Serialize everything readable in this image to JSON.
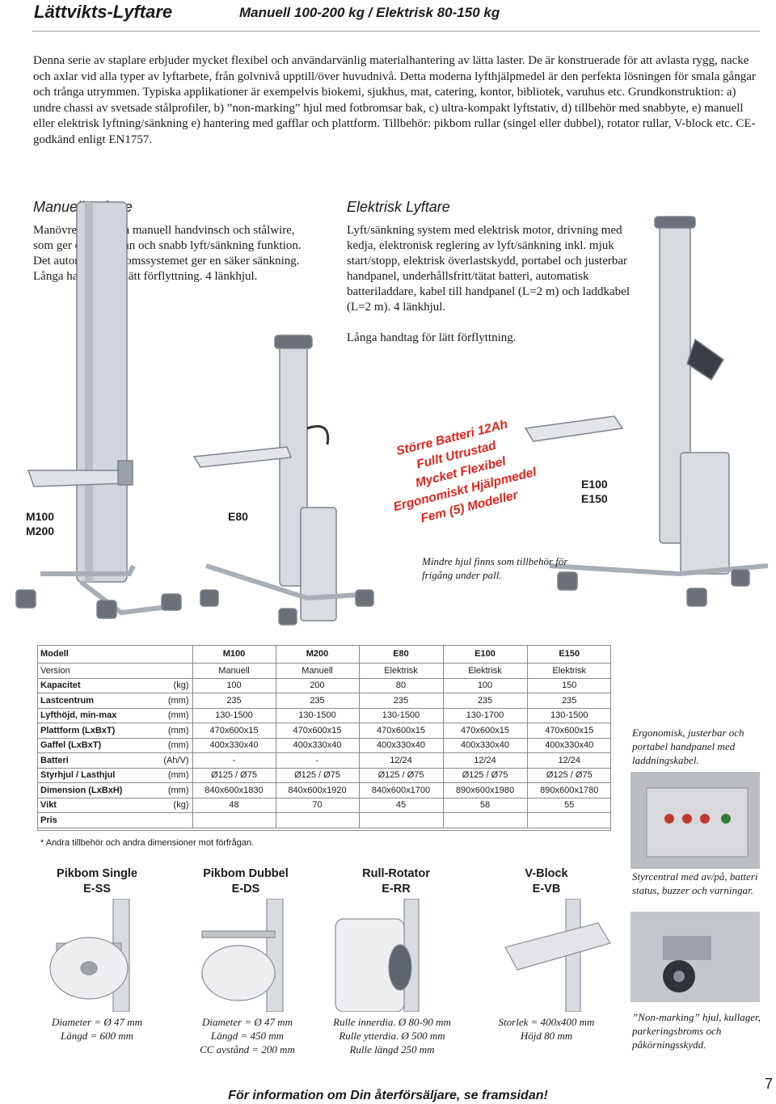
{
  "header": {
    "title": "Lättvikts-Lyftare",
    "subtitle": "Manuell 100-200 kg / Elektrisk 80-150 kg"
  },
  "intro": "Denna serie av staplare erbjuder mycket flexibel och användarvänlig materialhantering av lätta laster. De är konstruerade för att avlasta rygg, nacke och axlar vid alla typer av lyftarbete, från golvnivå upptill/över huvudnivå. Detta moderna lyfthjälpmedel är den perfekta lösningen för smala gångar och trånga utrymmen. Typiska applikationer är exempelvis biokemi, sjukhus, mat, catering, kontor, bibliotek, varuhus etc. Grundkonstruktion: a) undre chassi av svetsade stålprofiler, b) ”non-marking” hjul med fotbromsar bak, c) ultra-kompakt lyftstativ, d) tillbehör med snabbyte, e) manuell eller elektrisk lyftning/sänkning e) hantering med gafflar och plattform. Tillbehör: pikbom rullar (singel eller dubbel), rotator rullar, V-block etc. CE-godkänd enligt EN1757.",
  "manual": {
    "heading": "Manuell Lyftare",
    "text": "Manövreras med en manuell handvinsch och stålwire, som ger en noggrann och snabb lyft/sänkning funktion. Det automatiska bromssystemet ger en säker sänkning. Långa handtag för lätt förflyttning. 4 länkhjul."
  },
  "electric": {
    "heading": "Elektrisk Lyftare",
    "text": "Lyft/sänkning system med elektrisk motor, drivning med kedja, elektronisk reglering av lyft/sänkning inkl. mjuk start/stopp, elektrisk överlastskydd, portabel och justerbar handpanel, underhållsfritt/tätat batteri, automatisk batteriladdare, kabel till handpanel (L=2 m) och laddkabel (L=2 m). 4 länkhjul.",
    "text2": "Långa handtag för lätt förflyttning."
  },
  "models": {
    "m_label": "M100\nM200",
    "e80_label": "E80",
    "e_label": "E100\nE150"
  },
  "promo": {
    "lines": [
      "Större Batteri 12Ah",
      "Fullt Utrustad",
      "Mycket Flexibel",
      "Ergonomiskt Hjälpmedel",
      "Fem (5) Modeller"
    ],
    "color": "#e2231a"
  },
  "captions": {
    "wheels": "Mindre hjul finns som tillbehör för frigång under pall.",
    "ergonomic": "Ergonomisk, justerbar och portabel handpanel med laddningskabel.",
    "control": "Styrcentral med av/på, batteri status, buzzer och varningar.",
    "nonmarking": "”Non-marking” hjul, kullager, parkeringsbroms och påkörningsskydd."
  },
  "table": {
    "header_label": "Modell",
    "models": [
      "M100",
      "M200",
      "E80",
      "E100",
      "E150"
    ],
    "rows": [
      {
        "label": "Version",
        "unit": "",
        "values": [
          "Manuell",
          "Manuell",
          "Elektrisk",
          "Elektrisk",
          "Elektrisk"
        ],
        "bold": false
      },
      {
        "label": "Kapacitet",
        "unit": "(kg)",
        "values": [
          "100",
          "200",
          "80",
          "100",
          "150"
        ],
        "bold": true
      },
      {
        "label": "Lastcentrum",
        "unit": "(mm)",
        "values": [
          "235",
          "235",
          "235",
          "235",
          "235"
        ],
        "bold": true
      },
      {
        "label": "Lyfthöjd, min-max",
        "unit": "(mm)",
        "values": [
          "130-1500",
          "130-1500",
          "130-1500",
          "130-1700",
          "130-1500"
        ],
        "bold": true
      },
      {
        "label": "Plattform (LxBxT)",
        "unit": "(mm)",
        "values": [
          "470x600x15",
          "470x600x15",
          "470x600x15",
          "470x600x15",
          "470x600x15"
        ],
        "bold": true
      },
      {
        "label": "Gaffel (LxBxT)",
        "unit": "(mm)",
        "values": [
          "400x330x40",
          "400x330x40",
          "400x330x40",
          "400x330x40",
          "400x330x40"
        ],
        "bold": true
      },
      {
        "label": "Batteri",
        "unit": "(Ah/V)",
        "values": [
          "-",
          "-",
          "12/24",
          "12/24",
          "12/24"
        ],
        "bold": true
      },
      {
        "label": "Styrhjul / Lasthjul",
        "unit": "(mm)",
        "values": [
          "Ø125 / Ø75",
          "Ø125 / Ø75",
          "Ø125 / Ø75",
          "Ø125 / Ø75",
          "Ø125 / Ø75"
        ],
        "bold": true
      },
      {
        "label": "Dimension (LxBxH)",
        "unit": "(mm)",
        "values": [
          "840x600x1830",
          "840x600x1920",
          "840x600x1700",
          "890x600x1980",
          "890x600x1780"
        ],
        "bold": true
      },
      {
        "label": "Vikt",
        "unit": "(kg)",
        "values": [
          "48",
          "70",
          "45",
          "58",
          "55"
        ],
        "bold": true
      },
      {
        "label": "Pris",
        "unit": "",
        "values": [
          "",
          "",
          "",
          "",
          ""
        ],
        "bold": true
      }
    ],
    "footnote": "* Andra tillbehör och andra dimensioner mot förfrågan."
  },
  "accessories": [
    {
      "name": "Pikbom Single",
      "code": "E-SS",
      "desc": "Diameter = Ø 47 mm\nLängd = 600 mm"
    },
    {
      "name": "Pikbom Dubbel",
      "code": "E-DS",
      "desc": "Diameter = Ø 47 mm\nLängd = 450 mm\nCC avstånd = 200 mm"
    },
    {
      "name": "Rull-Rotator",
      "code": "E-RR",
      "desc": "Rulle innerdia. Ø 80-90 mm\nRulle ytterdia. Ø 500 mm\nRulle längd 250 mm"
    },
    {
      "name": "V-Block",
      "code": "E-VB",
      "desc": "Storlek = 400x400 mm\nHöjd 80 mm"
    }
  ],
  "footer": "För information om Din återförsäljare, se framsidan!",
  "page_number": "7"
}
